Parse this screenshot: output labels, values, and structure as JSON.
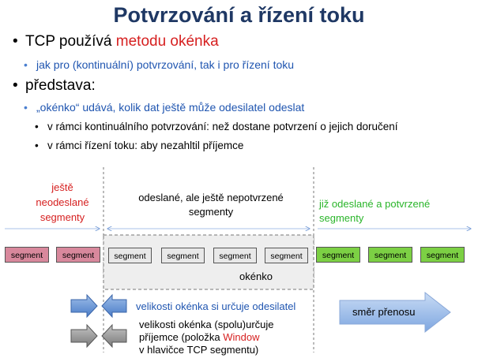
{
  "title": "Potvrzování a řízení toku",
  "bullets": {
    "b1_prefix": "TCP používá ",
    "b1_highlight": "metodu okénka",
    "b1_sub": "jak pro (kontinuální) potvrzování, tak i pro řízení toku",
    "b2": "představa:",
    "b2_sub": "„okénko“ udává, kolik dat ještě může odesilatel odeslat",
    "b2_sub1": "v rámci kontinuálního potvrzování: než dostane potvrzení o jejich doručení",
    "b2_sub2": "v rámci řízení toku: aby nezahltil příjemce"
  },
  "diagram": {
    "label_left_1": "ještě",
    "label_left_2": "neodeslané",
    "label_left_3": "segmenty",
    "label_mid_1": "odeslané, ale ještě nepotvrzené",
    "label_mid_2": "segmenty",
    "label_right_1": "již odeslané a potvrzené",
    "label_right_2": "segmenty",
    "segment_label": "segment",
    "window_label": "okénko",
    "sender_note": "velikosti okénka si určuje odesilatel",
    "receiver_note_1": "velikosti okénka (spolu)určuje",
    "receiver_note_2_prefix": "příjemce (položka ",
    "receiver_note_2_highlight": "Window",
    "receiver_note_3": "v  hlavičce TCP segmentu)",
    "direction_label": "směr přenosu"
  },
  "colors": {
    "title": "#1f3864",
    "highlight_red": "#d62020",
    "pink_segment": "#d8889c",
    "green_segment": "#7cd044",
    "window_fill": "#eeeeee",
    "blue_arrow": "#5b8fd4",
    "gray_arrow": "#8c8c8c"
  }
}
